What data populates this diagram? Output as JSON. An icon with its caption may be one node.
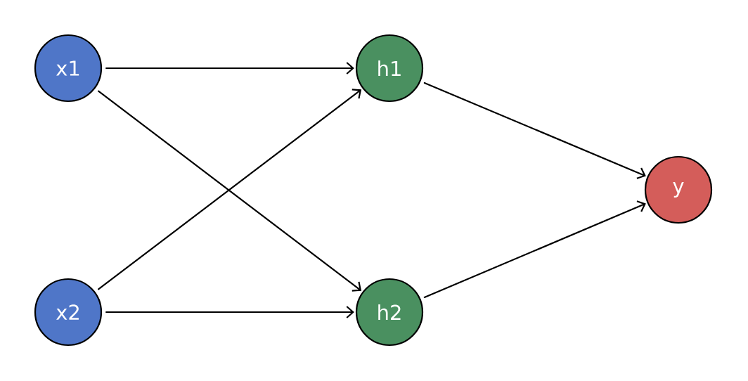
{
  "diagram": {
    "nodes": [
      {
        "text": [
          "x1"
        ]
      },
      {
        "text": [
          "x2"
        ]
      },
      {
        "text": [
          "h1"
        ]
      },
      {
        "text": [
          "h2"
        ]
      },
      {
        "text": [
          "y"
        ]
      }
    ],
    "edges": [
      {
        "from": 0,
        "to": 2,
        "arrow": "to"
      },
      {
        "from": 0,
        "to": 3,
        "arrow": "to"
      },
      {
        "from": 1,
        "to": 2,
        "arrow": "to"
      },
      {
        "from": 1,
        "to": 3,
        "arrow": "to"
      },
      {
        "from": 2,
        "to": 4,
        "arrow": "to"
      },
      {
        "from": 3,
        "to": 4,
        "arrow": "to"
      }
    ]
  }
}
